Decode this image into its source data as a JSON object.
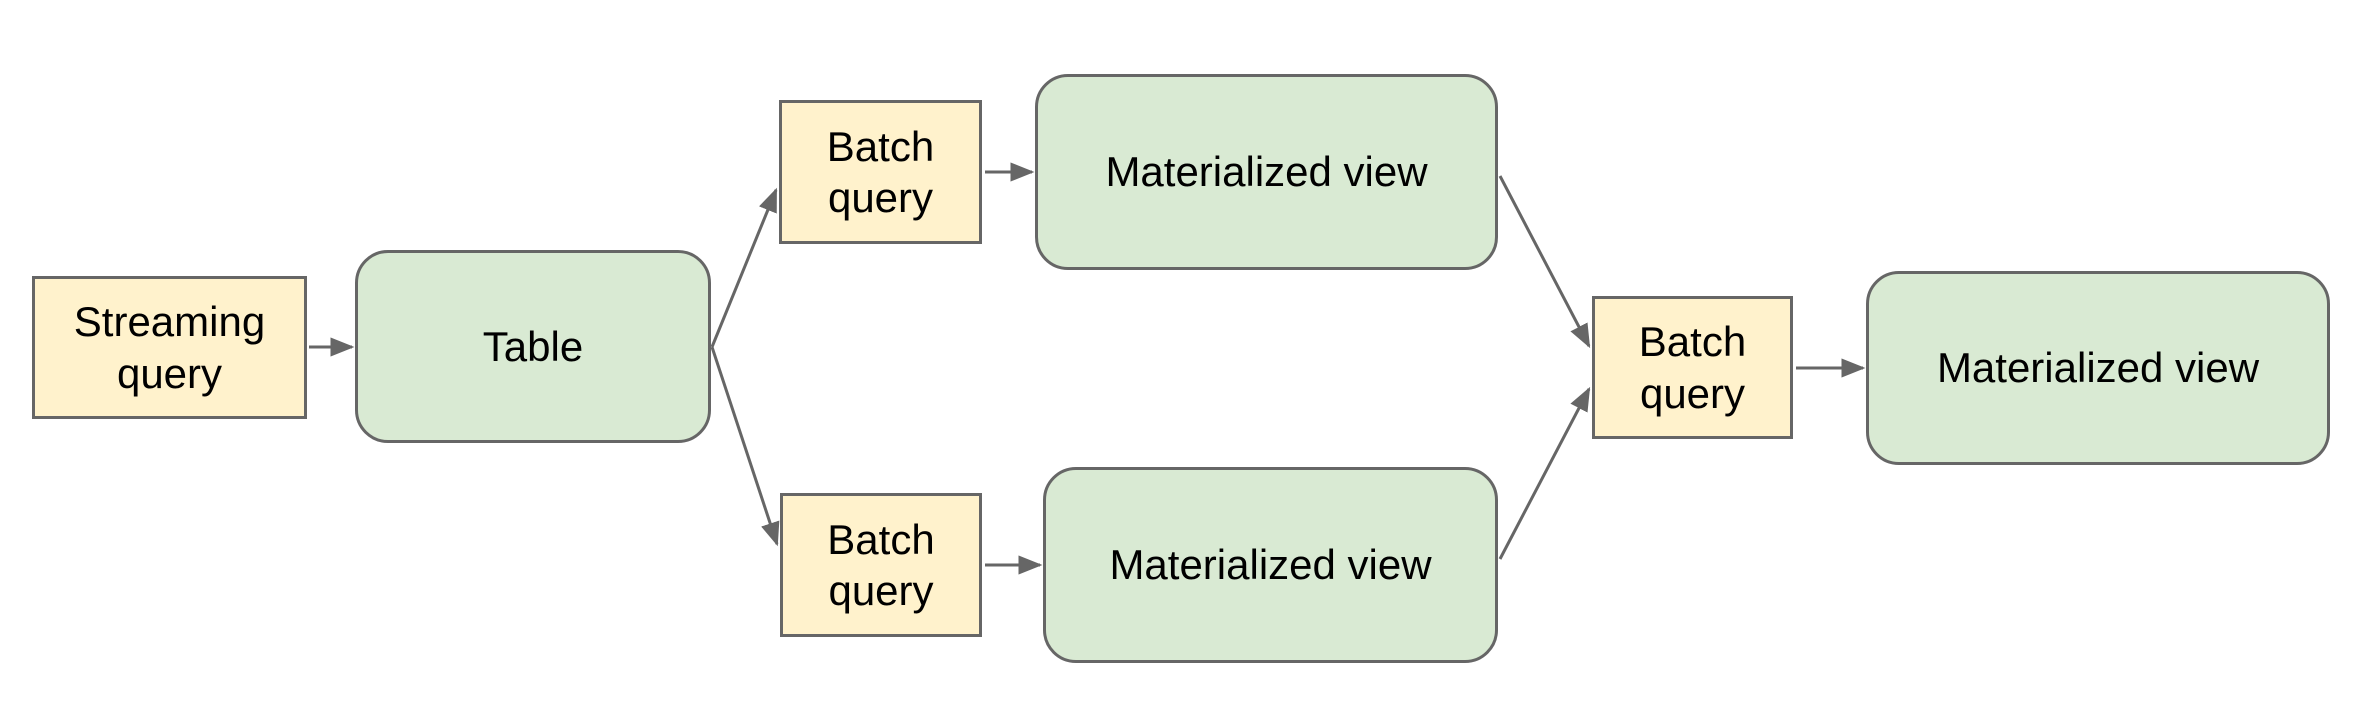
{
  "diagram": {
    "type": "flowchart",
    "background": "#FFFFFF",
    "nodes": [
      {
        "id": "streaming-query",
        "label": "Streaming query",
        "kind": "query",
        "shape": "rectangle",
        "fill": "#FFF2CC"
      },
      {
        "id": "table",
        "label": "Table",
        "kind": "table",
        "shape": "rounded-rectangle",
        "fill": "#D9EAD3"
      },
      {
        "id": "batch-query-top",
        "label": "Batch query",
        "kind": "query",
        "shape": "rectangle",
        "fill": "#FFF2CC"
      },
      {
        "id": "materialized-view-top",
        "label": "Materialized view",
        "kind": "view",
        "shape": "rounded-rectangle",
        "fill": "#D9EAD3"
      },
      {
        "id": "batch-query-bottom",
        "label": "Batch query",
        "kind": "query",
        "shape": "rectangle",
        "fill": "#FFF2CC"
      },
      {
        "id": "materialized-view-bottom",
        "label": "Materialized view",
        "kind": "view",
        "shape": "rounded-rectangle",
        "fill": "#D9EAD3"
      },
      {
        "id": "batch-query-right",
        "label": "Batch query",
        "kind": "query",
        "shape": "rectangle",
        "fill": "#FFF2CC"
      },
      {
        "id": "materialized-view-final",
        "label": "Materialized view",
        "kind": "view",
        "shape": "rounded-rectangle",
        "fill": "#D9EAD3"
      }
    ],
    "edges": [
      {
        "from": "streaming-query",
        "to": "table",
        "style": "arrow"
      },
      {
        "from": "table",
        "to": "batch-query-top",
        "style": "arrow"
      },
      {
        "from": "table",
        "to": "batch-query-bottom",
        "style": "arrow"
      },
      {
        "from": "batch-query-top",
        "to": "materialized-view-top",
        "style": "arrow"
      },
      {
        "from": "batch-query-bottom",
        "to": "materialized-view-bottom",
        "style": "arrow"
      },
      {
        "from": "materialized-view-top",
        "to": "batch-query-right",
        "style": "arrow"
      },
      {
        "from": "materialized-view-bottom",
        "to": "batch-query-right",
        "style": "arrow"
      },
      {
        "from": "batch-query-right",
        "to": "materialized-view-final",
        "style": "arrow"
      }
    ],
    "colors": {
      "query_fill": "#FFF2CC",
      "table_view_fill": "#D9EAD3",
      "border": "#666666",
      "arrow": "#666666",
      "text": "#000000"
    }
  }
}
